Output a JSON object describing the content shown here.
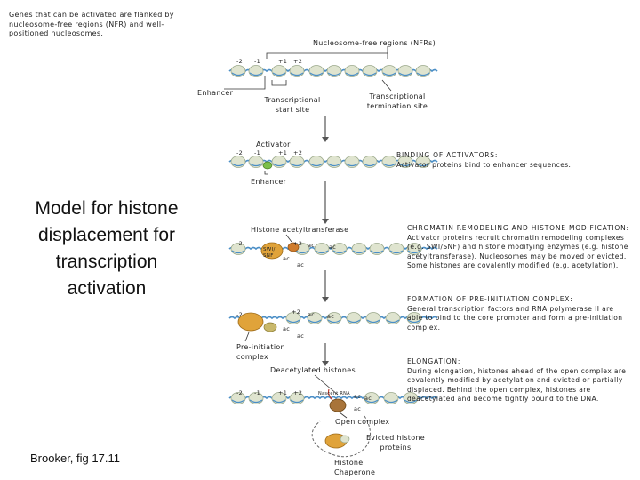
{
  "title": "Model for histone displacement for transcription activation",
  "citation": "Brooker, fig 17.11",
  "intro_text": "Genes that can be activated are flanked by nucleosome-free regions (NFR) and well-positioned nucleosomes.",
  "labels": {
    "nfr": "Nucleosome-free regions (NFRs)",
    "enhancer_1": "Enhancer",
    "tss": "Transcriptional start site",
    "tts": "Transcriptional termination site",
    "activator": "Activator",
    "enhancer_2": "Enhancer",
    "hat": "Histone acetyltransferase",
    "swi_snf": "SWI/ SNF",
    "pic": "Pre-initiation complex",
    "deacetylated": "Deacetylated histones",
    "rna": "Nascent RNA",
    "open_complex": "Open complex",
    "evicted": "Evicted histone proteins",
    "chaperone": "Histone Chaperone",
    "ac": "ac"
  },
  "positions": {
    "m2": "-2",
    "m1": "-1",
    "p1": "+1",
    "p2": "+2"
  },
  "steps": [
    {
      "heading": "BINDING OF ACTIVATORS:",
      "body": "Activator proteins bind to enhancer sequences."
    },
    {
      "heading": "CHROMATIN REMODELING AND HISTONE MODIFICATION:",
      "body": "Activator proteins recruit chromatin remodeling complexes (e.g. SWI/SNF) and histone modifying enzymes (e.g. histone acetyltransferase). Nucleosomes may be moved or evicted. Some histones are covalently modified (e.g. acetylation)."
    },
    {
      "heading": "FORMATION OF PRE-INITIATION COMPLEX:",
      "body": "General transcription factors and RNA polymerase II are able to bind to the core promoter and form a pre-initiation complex."
    },
    {
      "heading": "ELONGATION:",
      "body": "During elongation, histones ahead of the open complex are covalently modified by acetylation and evicted or partially displaced. Behind the open complex, histones are deacetylated and become tightly bound to the DNA."
    }
  ],
  "colors": {
    "nucleosome": "#dfe4cf",
    "nucleosome_edge": "#9aa88a",
    "dna": "#4a8ec6",
    "activator": "#7bbf4a",
    "complex": "#e0a33a",
    "arrow": "#555555"
  }
}
